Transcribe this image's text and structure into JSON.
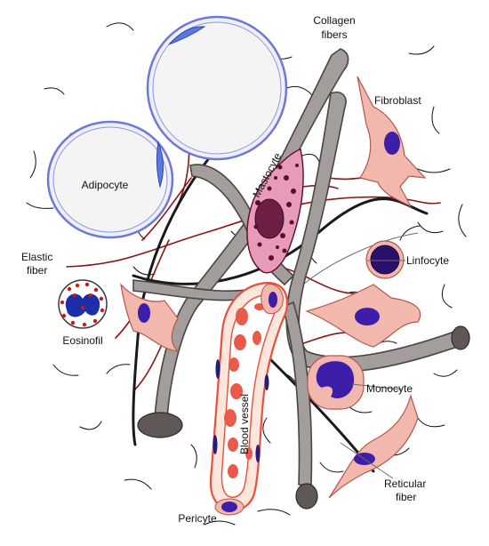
{
  "labels": {
    "collagen_line1": "Collagen",
    "collagen_line2": "fibers",
    "fibroblast": "Fibroblast",
    "adipocyte": "Adipocyte",
    "mastocyte": "Mastocyte",
    "elastic_line1": "Elastic",
    "elastic_line2": "fiber",
    "linfocyte": "Linfocyte",
    "eosinofil": "Eosinofil",
    "blood_vessel": "Blood vessel",
    "monocyte": "Monocyte",
    "reticular_line1": "Reticular",
    "reticular_line2": "fiber",
    "pericyte": "Pericyte"
  },
  "colors": {
    "collagen": "#a39d9b",
    "collagen_outline": "#4a4443",
    "elastic": "#8b1414",
    "reticular": "#1a1a1a",
    "cell_pink": "#f2b8ae",
    "cell_outline": "#b3574c",
    "nucleus": "#3d1ea8",
    "mastocyte_body": "#e79bb8",
    "mastocyte_granule": "#5a0c2a",
    "adipocyte_outline": "#6e78d6",
    "adipocyte_nucleus": "#5b78e0",
    "vessel_wall": "#e94f3a",
    "red_blood_cell": "#ea5a4a",
    "eosinophil_granule": "#cc1a1a"
  }
}
